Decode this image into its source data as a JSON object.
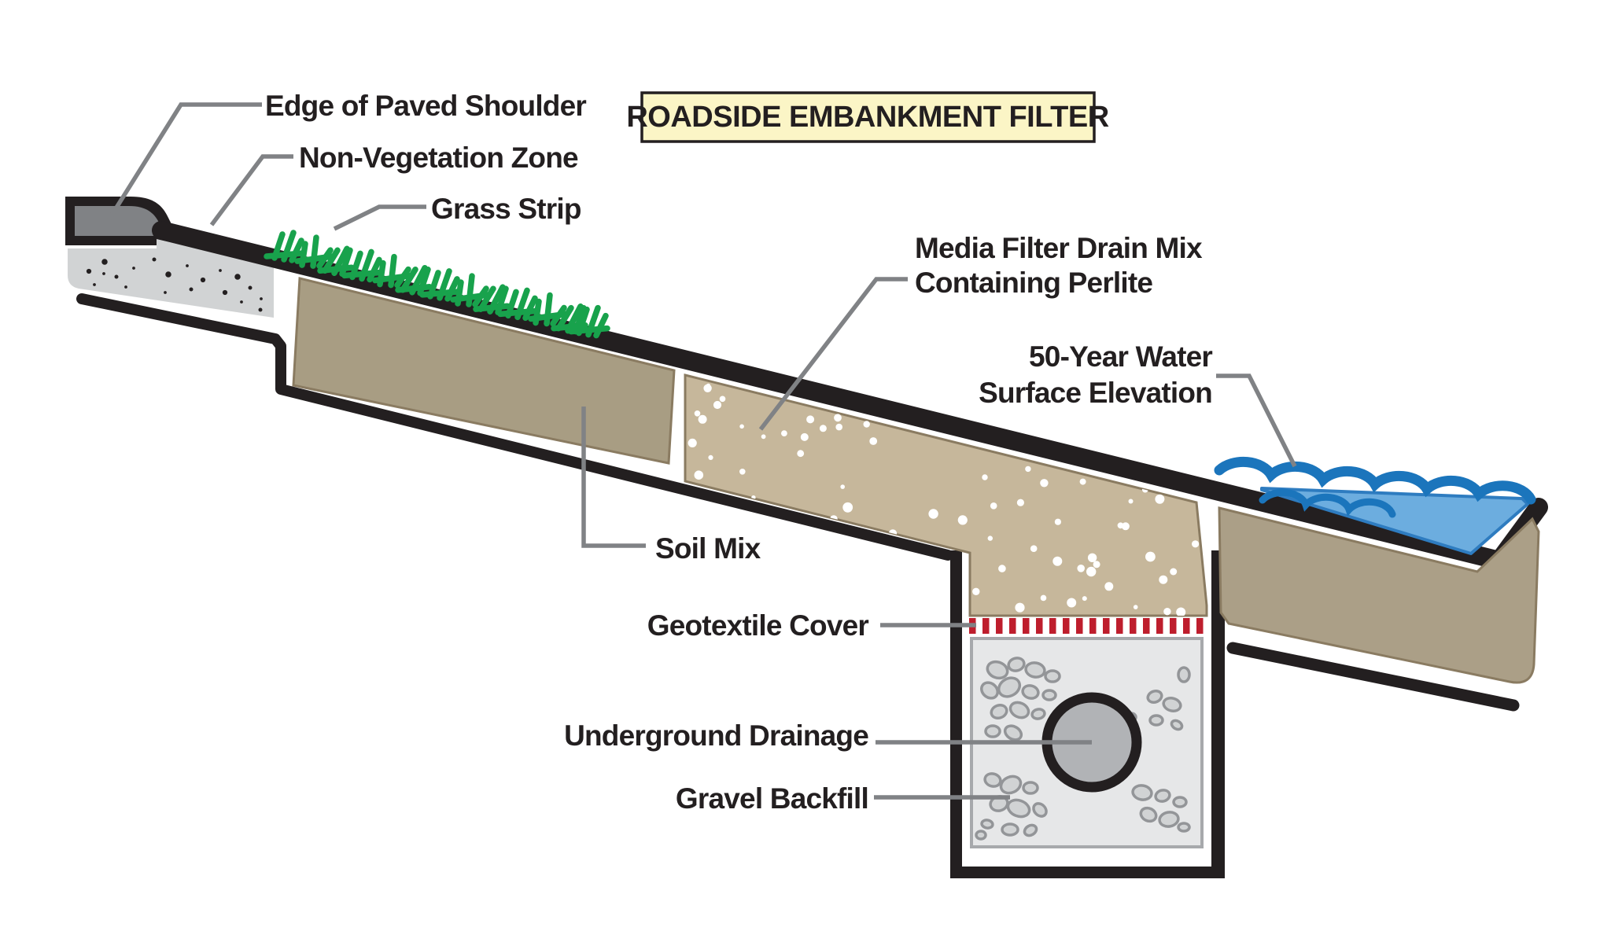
{
  "title": "ROADSIDE EMBANKMENT FILTER",
  "labels": {
    "edge_of_paved_shoulder": "Edge of Paved Shoulder",
    "non_vegetation_zone": "Non-Vegetation Zone",
    "grass_strip": "Grass Strip",
    "media_filter_line1": "Media Filter Drain Mix",
    "media_filter_line2": "Containing Perlite",
    "water_line1": "50-Year Water",
    "water_line2": "Surface Elevation",
    "soil_mix": "Soil Mix",
    "geotextile_cover": "Geotextile Cover",
    "underground_drainage": "Underground Drainage",
    "gravel_backfill": "Gravel Backfill"
  },
  "colors": {
    "ink": "#231f20",
    "leader": "#808285",
    "curb": "#808285",
    "slab": "#d1d3d4",
    "soil": "#a89d83",
    "media": "#c6b79b",
    "wedge": "#ab9f87",
    "earth_outline": "#8a7b61",
    "grass": "#18a24c",
    "wave": "#1b75bc",
    "water_fill": "#6caddf",
    "water_edge": "#2e7cc0",
    "geotextile_red": "#be1e2d",
    "gravel_box": "#e6e7e8",
    "gravel_border": "#a7a9ac",
    "pebble": "#d1d3d4",
    "pebble_outline": "#939598",
    "pipe": "#b1b3b6",
    "title_bg": "#fbf5c6"
  }
}
